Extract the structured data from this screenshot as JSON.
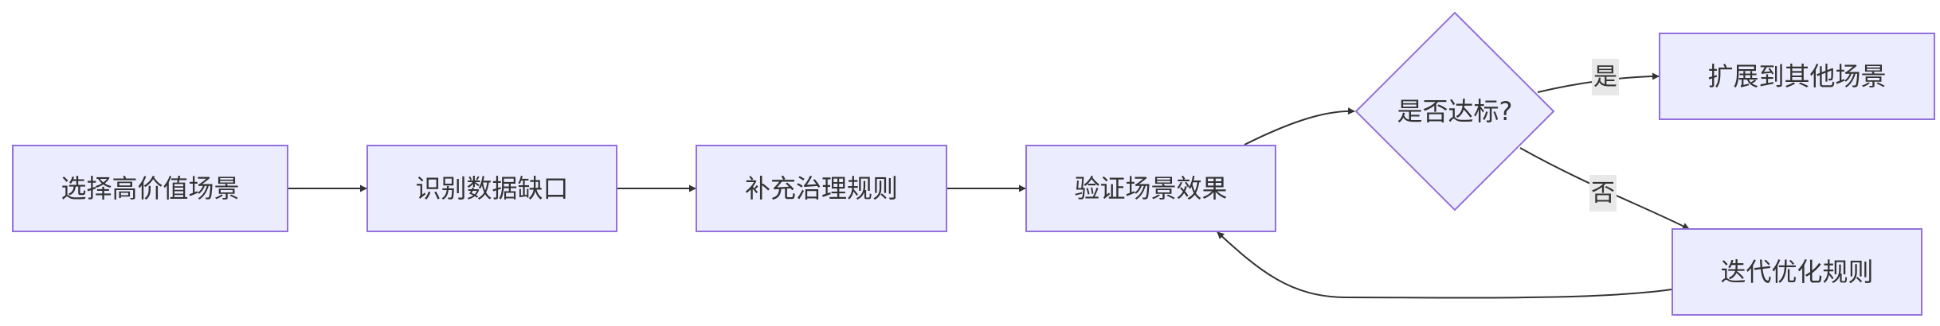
{
  "nodes": {
    "select": "选择高价值场景",
    "identify": "识别数据缺口",
    "supplement": "补充治理规则",
    "verify": "验证场景效果",
    "decision": "是否达标?",
    "expand": "扩展到其他场景",
    "iterate": "迭代优化规则"
  },
  "edge_labels": {
    "yes": "是",
    "no": "否"
  },
  "colors": {
    "node_fill": "#ECECFF",
    "node_stroke": "#9370DB",
    "edge": "#333333",
    "label_bg": "#E8E8E8"
  }
}
